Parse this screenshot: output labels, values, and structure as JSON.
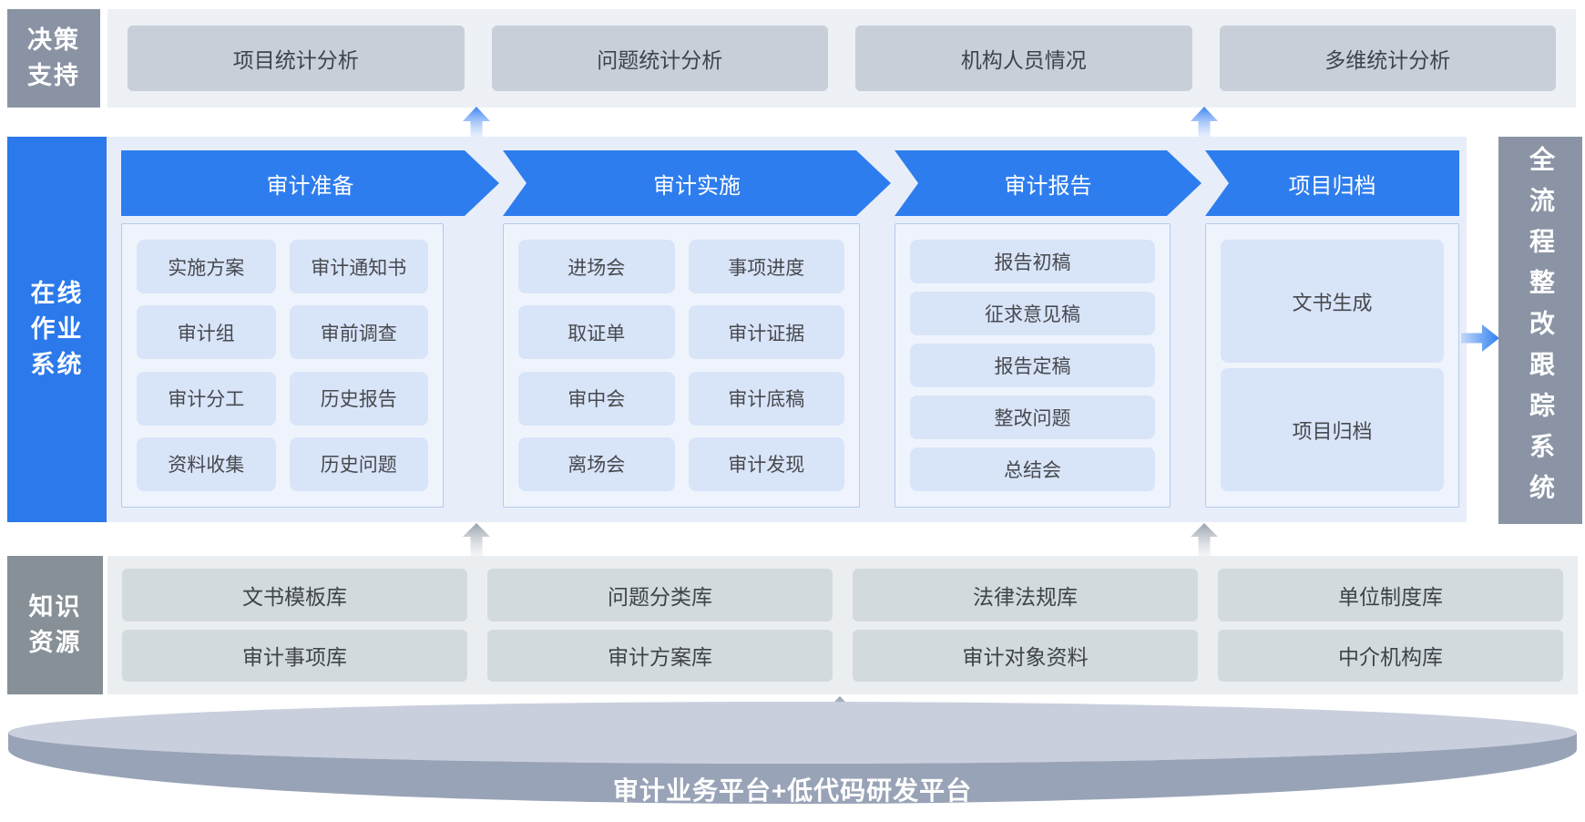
{
  "decision_support": {
    "label": "决策支持",
    "items": [
      "项目统计分析",
      "问题统计分析",
      "机构人员情况",
      "多维统计分析"
    ]
  },
  "online_system": {
    "label": "在线作业系统",
    "columns": [
      {
        "header": "审计准备",
        "items": [
          "实施方案",
          "审计通知书",
          "审计组",
          "审前调查",
          "审计分工",
          "历史报告",
          "资料收集",
          "历史问题"
        ]
      },
      {
        "header": "审计实施",
        "items": [
          "进场会",
          "事项进度",
          "取证单",
          "审计证据",
          "审中会",
          "审计底稿",
          "离场会",
          "审计发现"
        ]
      },
      {
        "header": "审计报告",
        "items": [
          "报告初稿",
          "征求意见稿",
          "报告定稿",
          "整改问题",
          "总结会"
        ]
      },
      {
        "header": "项目归档",
        "items": [
          "文书生成",
          "项目归档"
        ]
      }
    ]
  },
  "tracking_system": {
    "label": "全流程整改跟踪系统"
  },
  "knowledge": {
    "label": "知识资源",
    "items": [
      "文书模板库",
      "问题分类库",
      "法律法规库",
      "单位制度库",
      "审计事项库",
      "审计方案库",
      "审计对象资料",
      "中介机构库"
    ]
  },
  "platform": {
    "label": "审计业务平台+低代码研发平台"
  },
  "colors": {
    "accent_blue": "#2e7dee",
    "sidebar_blue": "#2b79ea",
    "label_gray": "#8a93a3",
    "panel_bg": "#e8eef9",
    "chip_bg": "#d8e4f8",
    "top_button_bg": "#c9cfd9",
    "knowledge_button_bg": "#d3dadd",
    "platform_dark": "#99a3b7",
    "platform_light": "#c9cfdd"
  }
}
